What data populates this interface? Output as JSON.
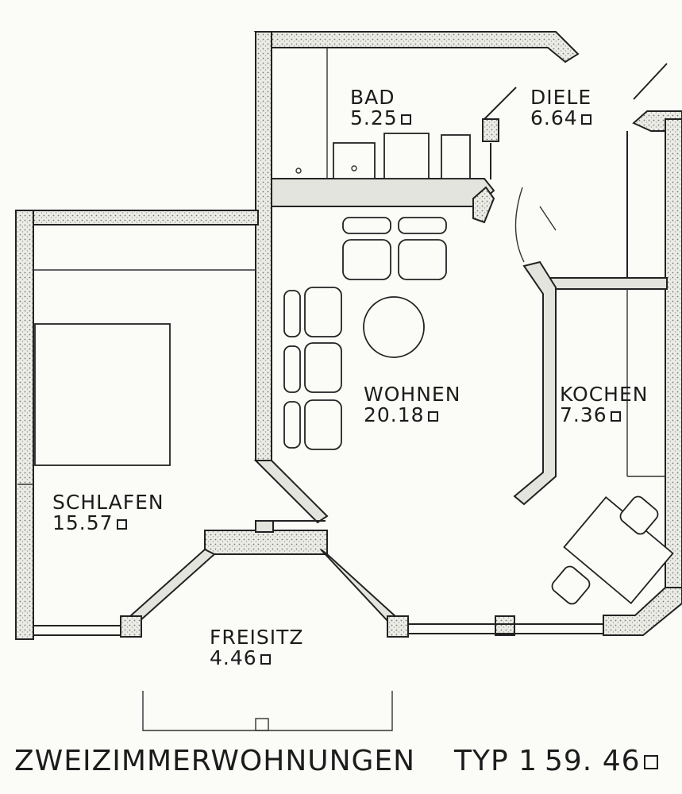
{
  "rooms": {
    "bad": {
      "name": "BAD",
      "area": "5.25"
    },
    "diele": {
      "name": "DIELE",
      "area": "6.64"
    },
    "wohnen": {
      "name": "WOHNEN",
      "area": "20.18"
    },
    "kochen": {
      "name": "KOCHEN",
      "area": "7.36"
    },
    "schlafen": {
      "name": "SCHLAFEN",
      "area": "15.57"
    },
    "freisitz": {
      "name": "FREISITZ",
      "area": "4.46"
    }
  },
  "footer": {
    "title": "ZWEIZIMMERWOHNUNGEN",
    "type": "TYP 1",
    "area": "59. 46"
  },
  "colors": {
    "ink": "#1c1c1c",
    "paper": "#fbfbf8",
    "wall_fill": "#e4e4de"
  }
}
